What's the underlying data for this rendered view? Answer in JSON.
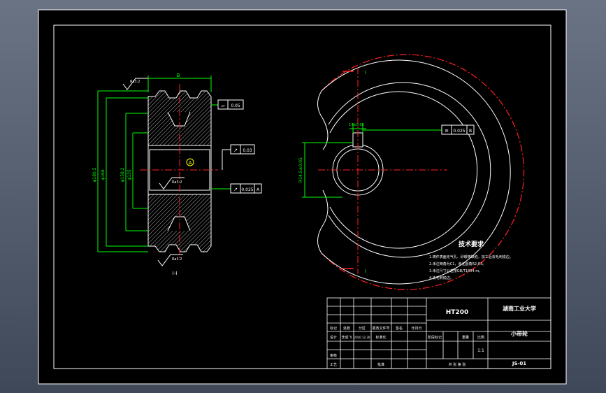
{
  "colors": {
    "frame_bg": "#5a6374",
    "paper": "#000000",
    "frame_line": "#ffffff",
    "dimension": "#00ff00",
    "centerline": "#ff2020",
    "hatch": "#bbbbbb",
    "text": "#ffffff",
    "yellow": "#ffff00",
    "tol_box": "#ffffff"
  },
  "section_view": {
    "view_label": "I-I",
    "width_dim": "B",
    "dia_labels": [
      "φ180.5",
      "φ168",
      "φ158.2",
      "φ135"
    ],
    "roughness": [
      "Ra3.2",
      "Ra3.2",
      "Ra3.2"
    ],
    "datum_mark": "A",
    "tol_flatness": {
      "symbol": "▱",
      "value": "0.05"
    },
    "tol_runout": {
      "symbol": "↗",
      "value": "0.03",
      "datum": ""
    },
    "tol_circ_runout": {
      "symbol": "↗",
      "value": "0.025",
      "datum": "A"
    }
  },
  "end_view": {
    "keyway_width": "14±0.05",
    "keyway_depth": "R14.5±0.05",
    "tol_sym": {
      "symbol": "≡",
      "value": "0.025",
      "datum": "B"
    },
    "section_mark_top": "I",
    "section_mark_bottom": "I"
  },
  "tech_req": {
    "title": "技术要求",
    "items": [
      "1.铸件表面无气孔、砂眼等缺陷，加工后去毛刺锐边。",
      "2.未注倒角为C1，未注圆角R2-R3。",
      "3.未注尺寸公差按GB/T1804-m。",
      "4.去毛刺锐边。"
    ]
  },
  "title_block": {
    "material": "HT200",
    "school": "湖南工业大学",
    "part_name": "小带轮",
    "drawing_no": "JS-01",
    "scale": "1:1",
    "row_labels": [
      "标记",
      "处数",
      "分区",
      "更改文件号",
      "签名",
      "年月日"
    ],
    "designer": "设计",
    "designer_name": "李成飞",
    "date1": "2010.12.30",
    "std": "标准化",
    "approver": "审核",
    "process": "工艺",
    "approve": "批准",
    "stage": "阶段标记",
    "weight": "重量",
    "scale_label": "比例",
    "sheets": "共 张 第 张"
  }
}
